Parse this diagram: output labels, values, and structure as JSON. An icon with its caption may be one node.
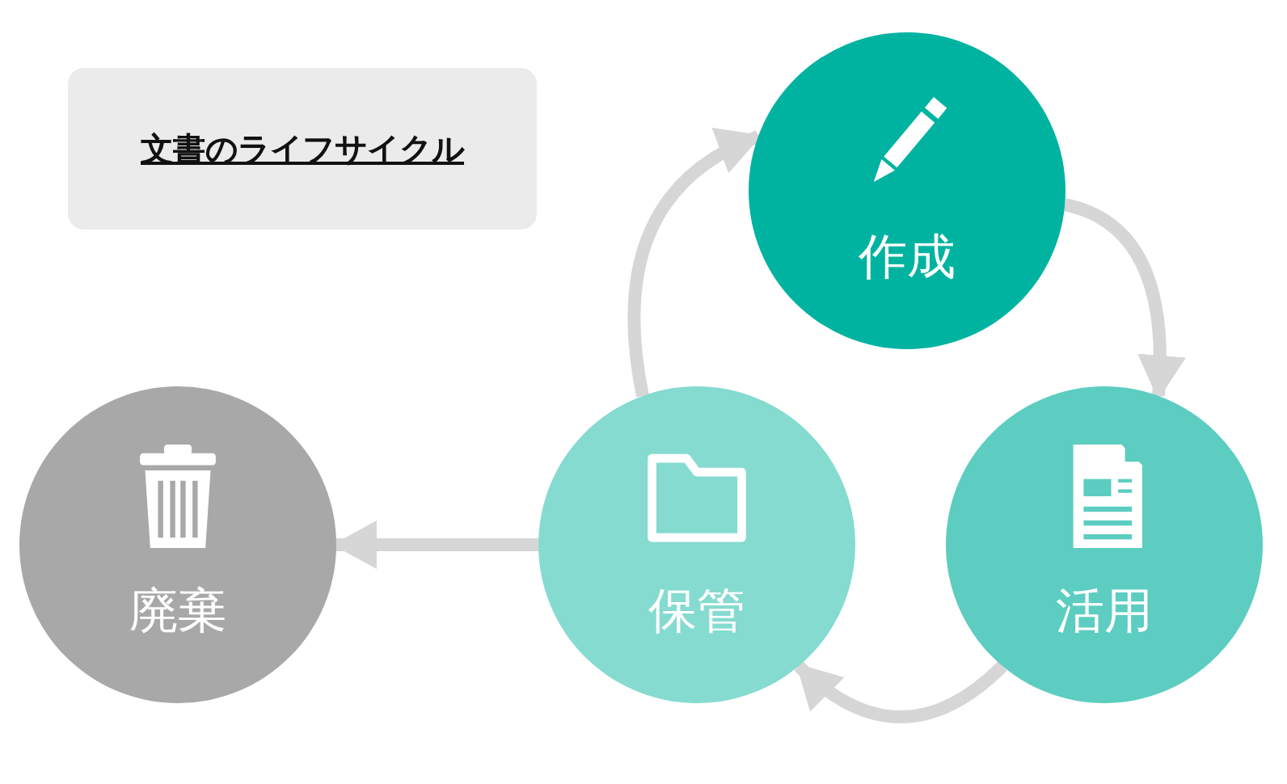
{
  "diagram": {
    "title": "文書のライフサイクル",
    "nodes": [
      {
        "text": [
          "作成"
        ]
      },
      {
        "text": [
          "活用"
        ]
      },
      {
        "text": [
          "保管"
        ]
      },
      {
        "text": [
          "廃棄"
        ]
      }
    ],
    "edges": [
      {
        "from": 0,
        "to": 1,
        "arrow": "to"
      },
      {
        "from": 1,
        "to": 2,
        "arrow": "to"
      },
      {
        "from": 2,
        "to": 0,
        "arrow": "to"
      },
      {
        "from": 2,
        "to": 3,
        "arrow": "to"
      }
    ]
  }
}
